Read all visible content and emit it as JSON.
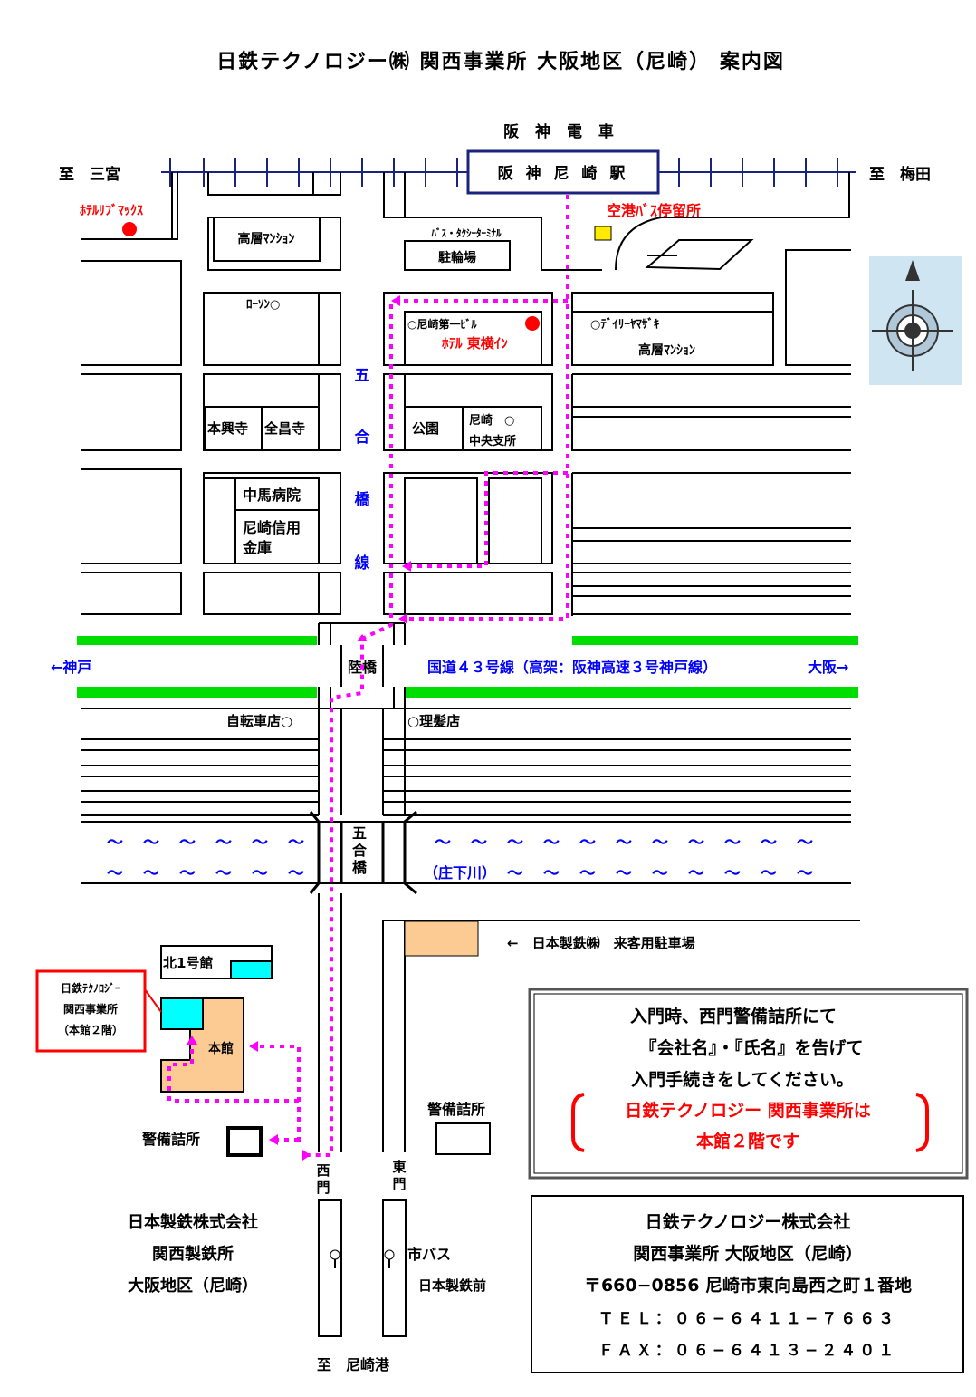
{
  "title": "日鉄テクノロジー㈱ 関西事業所 大阪地区（尼崎） 案内図",
  "railway": {
    "name": "阪 神 電 車",
    "station": "阪 神 尼 崎 駅",
    "to_west": "至　三宮",
    "to_east": "至　梅田"
  },
  "landmarks": {
    "hotel_ribmax": "ﾎﾃﾙﾘﾌﾞﾏｯｸｽ",
    "highrise1": "高層ﾏﾝｼｮﾝ",
    "bus_terminal": "ﾊﾞｽ・ﾀｸｼｰﾀｰﾐﾅﾙ",
    "bicycle_parking": "駐輪場",
    "airport_bus": "空港ﾊﾞｽ停留所",
    "lawson": "ﾛｰｿﾝ○",
    "amagasaki_bldg": "○尼崎第一ﾋﾞﾙ",
    "hotel_toyoko": "ﾎﾃﾙ 東横ｲﾝ",
    "daily_yamazaki": "○ﾃﾞｲﾘｰﾔﾏｻﾞｷ",
    "highrise2": "高層ﾏﾝｼｮﾝ",
    "honkoji": "本興寺",
    "zenshoji": "全昌寺",
    "park": "公園",
    "branch1": "尼崎　○",
    "branch2": "中央支所",
    "hospital": "中馬病院",
    "shinkin1": "尼崎信用",
    "shinkin2": "金庫",
    "bicycle_shop": "自転車店○",
    "barber": "○理髪店"
  },
  "goaibashi_line": [
    "五",
    "合",
    "橋",
    "線"
  ],
  "highway": {
    "west": "←神戸",
    "overpass": "陸橋",
    "name": "国道４３号線（高架：阪神高速３号神戸線）",
    "east": "大阪→"
  },
  "river": {
    "bridge": [
      "五",
      "合",
      "橋"
    ],
    "name": "（庄下川）"
  },
  "plant": {
    "parking": "←　日本製鉄㈱　来客用駐車場",
    "north1": "北1号館",
    "callout": [
      "日鉄ﾃｸﾉﾛｼﾞｰ",
      "関西事業所",
      "（本館２階）"
    ],
    "main_bldg": "本館",
    "guard_west": "警備詰所",
    "guard_east": "警備詰所",
    "west_gate": [
      "西",
      "門"
    ],
    "east_gate": [
      "東",
      "門"
    ],
    "company": [
      "日本製鉄株式会社",
      "関西製鉄所",
      "大阪地区（尼崎）"
    ],
    "bus_stop": [
      "市バス",
      "日本製鉄前"
    ],
    "to_port": "至　尼崎港"
  },
  "notice": {
    "lines": [
      "入門時、西門警備詰所にて",
      "『会社名』・『氏名』を告げて",
      "入門手続きをしてください。"
    ],
    "highlight": [
      "日鉄テクノロジー 関西事業所は",
      "本館２階です"
    ]
  },
  "contact": {
    "company": "日鉄テクノロジー株式会社",
    "office": "関西事業所 大阪地区（尼崎）",
    "address": "〒660−0856 尼崎市東向島西之町１番地",
    "tel": "ＴＥＬ：０６−６４１１−７６６３",
    "fax": "ＦＡＸ：０６−６４１３−２４０１"
  },
  "colors": {
    "route": "#ff00ff",
    "rail": "#1a237e",
    "highway": "#00dd00",
    "building": "#fccb94",
    "office": "#00ffff",
    "alert": "#ff0000",
    "label_blue": "#0000ff"
  }
}
